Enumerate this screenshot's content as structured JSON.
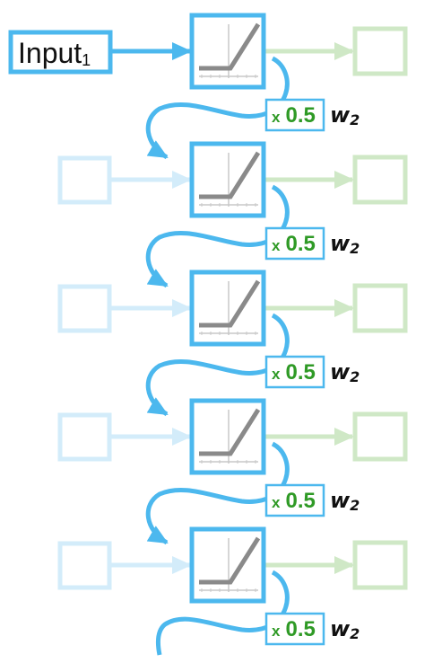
{
  "input": {
    "label": "Input",
    "subscript": "1"
  },
  "multiplier": {
    "prefix": "x",
    "value": "0.5"
  },
  "weight": {
    "symbol": "w",
    "subscript": "2"
  },
  "rows": 5,
  "colors": {
    "blue": "#4cb8ee",
    "blue_faded": "#d3ecfa",
    "green_faded": "#cfe8c6",
    "green_text": "#2f9a26",
    "relu_line": "#8a8a8a",
    "relu_axes": "#c8c8c8"
  }
}
